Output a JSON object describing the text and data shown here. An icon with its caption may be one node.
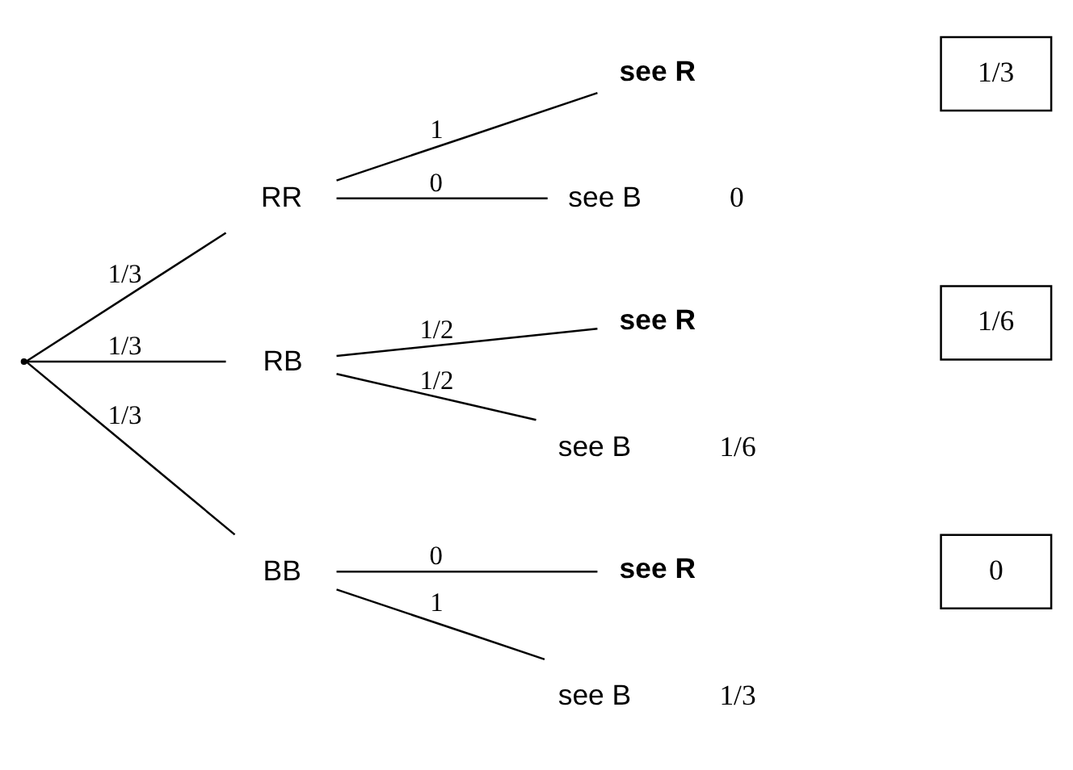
{
  "diagram": {
    "nodes": [
      {
        "text": [],
        "shape": "point"
      },
      {
        "text": [
          "RR"
        ]
      },
      {
        "text": [
          "RB"
        ]
      },
      {
        "text": [
          "BB"
        ]
      },
      {
        "text": [
          "see R"
        ]
      },
      {
        "text": [
          "see B"
        ],
        "beside": [
          "0"
        ]
      },
      {
        "text": [
          "see R"
        ]
      },
      {
        "text": [
          "see B"
        ],
        "beside": [
          "1/6"
        ]
      },
      {
        "text": [
          "see R"
        ]
      },
      {
        "text": [
          "see B"
        ],
        "beside": [
          "1/3"
        ]
      },
      {
        "text": [
          "1/3"
        ]
      },
      {
        "text": [
          "1/6"
        ]
      },
      {
        "text": [
          "0"
        ]
      }
    ],
    "edges": [
      {
        "from": 0,
        "to": 1,
        "arrow": "none",
        "label": "1/3"
      },
      {
        "from": 0,
        "to": 2,
        "arrow": "none",
        "label": "1/3"
      },
      {
        "from": 0,
        "to": 3,
        "arrow": "none",
        "label": "1/3"
      },
      {
        "from": 1,
        "to": 4,
        "arrow": "none",
        "label": "1"
      },
      {
        "from": 1,
        "to": 5,
        "arrow": "none",
        "label": "0"
      },
      {
        "from": 2,
        "to": 6,
        "arrow": "none",
        "label": "1/2"
      },
      {
        "from": 2,
        "to": 7,
        "arrow": "none",
        "label": "1/2"
      },
      {
        "from": 3,
        "to": 8,
        "arrow": "none",
        "label": "0"
      },
      {
        "from": 3,
        "to": 9,
        "arrow": "none",
        "label": "1"
      }
    ]
  }
}
